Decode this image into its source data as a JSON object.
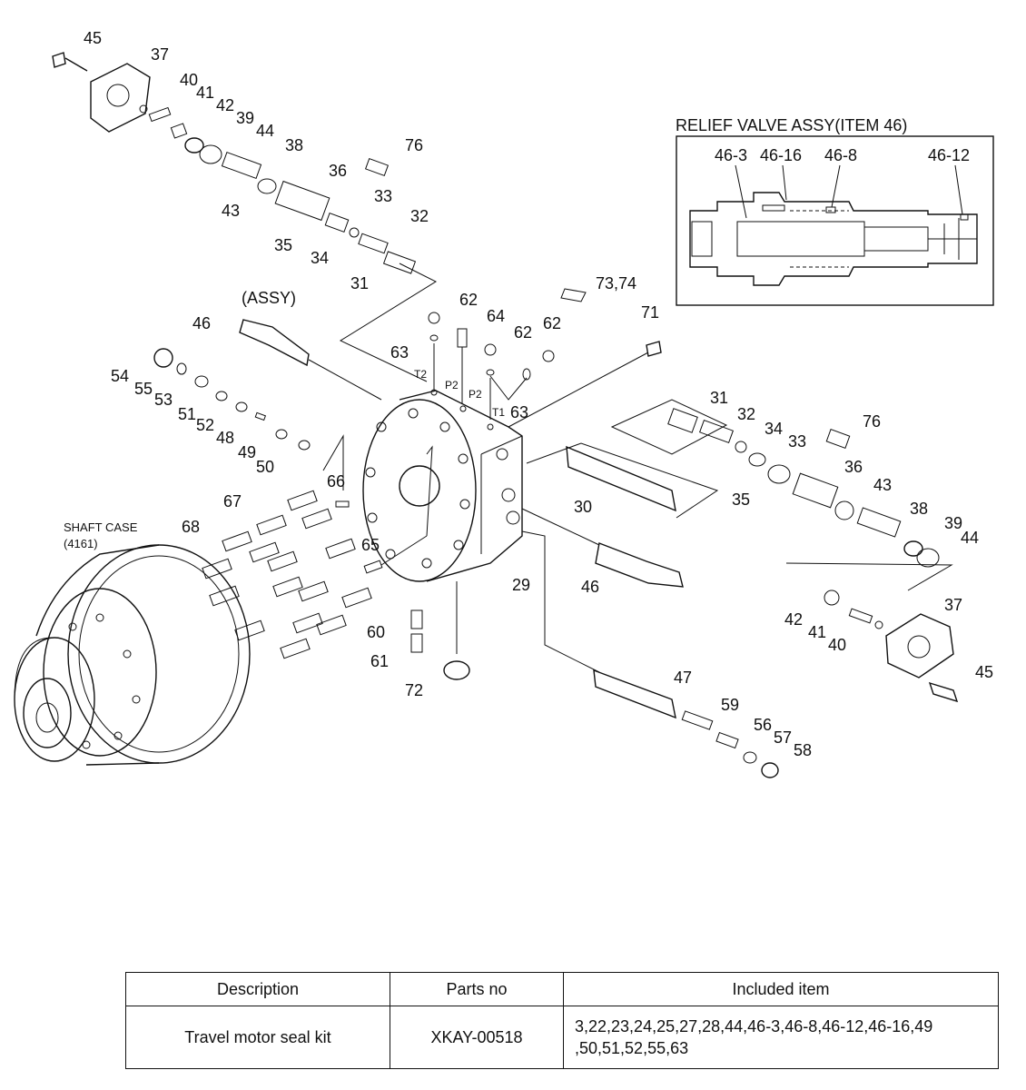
{
  "diagram": {
    "relief_title": "RELIEF VALVE ASSY(ITEM 46)",
    "relief_labels": [
      "46-3",
      "46-16",
      "46-8",
      "46-12"
    ],
    "assy_label": "(ASSY)",
    "shaft_case_line1": "SHAFT CASE",
    "shaft_case_line2": "(4161)",
    "port_labels": [
      "T2",
      "P2",
      "P2",
      "T1"
    ],
    "part_labels": {
      "p45a": "45",
      "p37a": "37",
      "p40a": "40",
      "p41a": "41",
      "p42a": "42",
      "p39a": "39",
      "p44a": "44",
      "p38a": "38",
      "p43a": "43",
      "p36a": "36",
      "p33a": "33",
      "p35a": "35",
      "p32a": "32",
      "p34a": "34",
      "p31a": "31",
      "p76a": "76",
      "p46a": "46",
      "p62a": "62",
      "p64": "64",
      "p62b": "62",
      "p62c": "62",
      "p63a": "63",
      "p7374": "73,74",
      "p71": "71",
      "p54": "54",
      "p55": "55",
      "p53": "53",
      "p51": "51",
      "p52": "52",
      "p48": "48",
      "p49": "49",
      "p50": "50",
      "p63b": "63",
      "p66": "66",
      "p67": "67",
      "p68": "68",
      "p65": "65",
      "p30": "30",
      "p29": "29",
      "p46b": "46",
      "p31b": "31",
      "p32b": "32",
      "p34b": "34",
      "p33b": "33",
      "p76b": "76",
      "p35b": "35",
      "p36b": "36",
      "p43b": "43",
      "p38b": "38",
      "p39b": "39",
      "p44b": "44",
      "p37b": "37",
      "p42b": "42",
      "p41b": "41",
      "p40b": "40",
      "p45b": "45",
      "p60": "60",
      "p61": "61",
      "p72": "72",
      "p47": "47",
      "p59": "59",
      "p56": "56",
      "p57": "57",
      "p58": "58"
    }
  },
  "seal_kit": {
    "headers": [
      "Description",
      "Parts no",
      "Included item"
    ],
    "row": {
      "description": "Travel motor seal kit",
      "parts_no": "XKAY-00518",
      "included_line1": "3,22,23,24,25,27,28,44,46-3,46-8,46-12,46-16,49",
      "included_line2": ",50,51,52,55,63"
    }
  }
}
